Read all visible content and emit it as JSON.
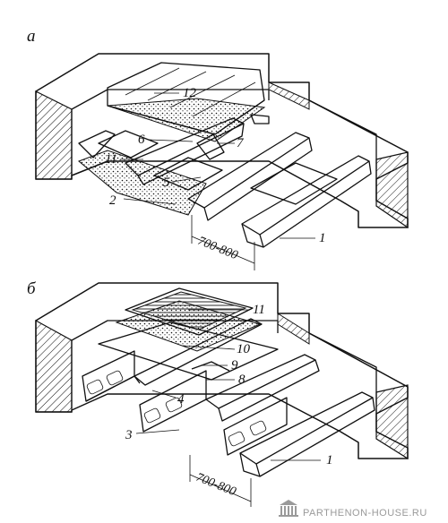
{
  "figure_a": {
    "panel_label": "а",
    "labels": {
      "l1": "1",
      "l2": "2",
      "l5": "5",
      "l6": "6",
      "l7": "7",
      "l11": "11",
      "l12": "12"
    },
    "dimension": "700-800"
  },
  "figure_b": {
    "panel_label": "б",
    "labels": {
      "l1": "1",
      "l3": "3",
      "l4": "4",
      "l8": "8",
      "l9": "9",
      "l10": "10",
      "l11": "11"
    },
    "dimension": "700-800"
  },
  "watermark": {
    "text": "PARTHENON-HOUSE.RU",
    "color": "#9a9a9a"
  }
}
